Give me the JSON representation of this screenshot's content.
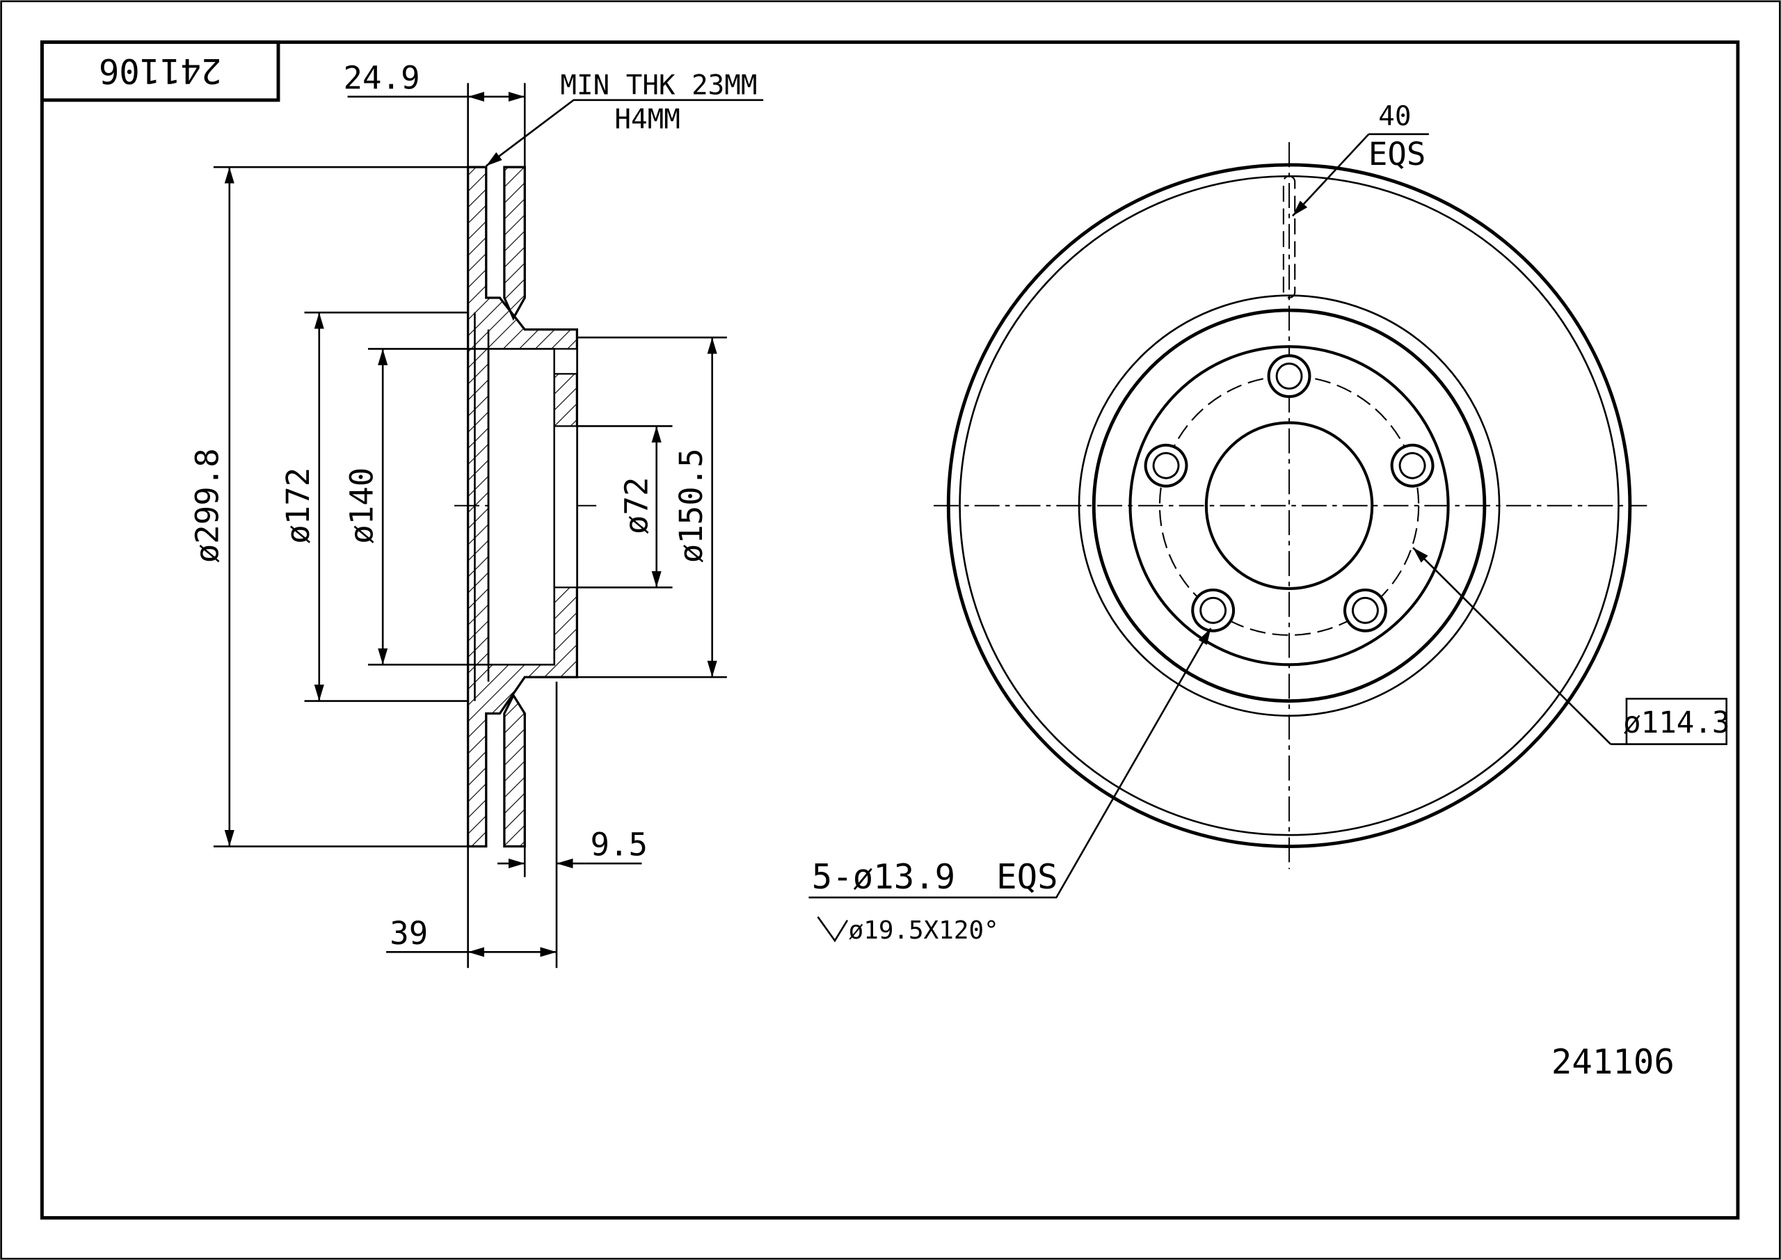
{
  "title_block": {
    "part_number_rotated": "241106"
  },
  "part_number": "241106",
  "section_view": {
    "thickness": "24.9",
    "min_thickness_note": "MIN THK 23MM",
    "height_note": "H4MM",
    "outer_diameter": "ø299.8",
    "diameter_172": "ø172",
    "diameter_140": "ø140",
    "center_bore": "ø72",
    "hat_diameter": "ø150.5",
    "hub_thickness": "9.5",
    "total_height": "39"
  },
  "front_view": {
    "vent_count": "40",
    "vent_eqs": "EQS",
    "pcd": "ø114.3",
    "bolt_holes": "5-ø13.9  EQS",
    "countersink": "ø19.5X120°"
  }
}
